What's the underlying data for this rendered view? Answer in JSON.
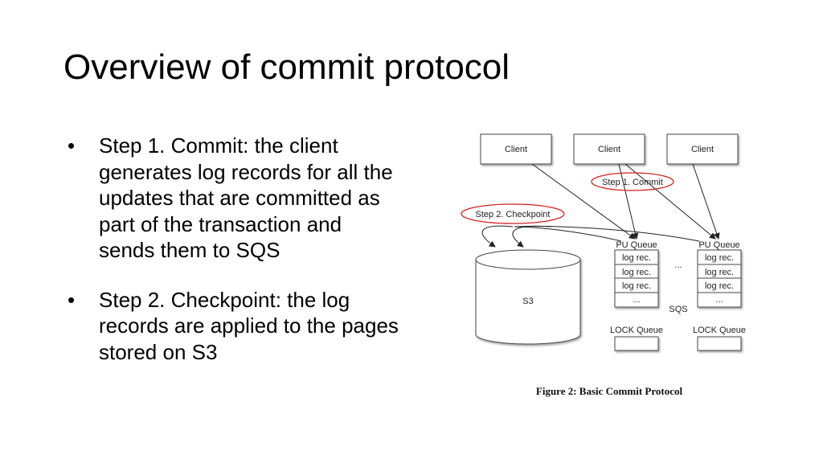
{
  "title": "Overview of commit protocol",
  "bullets": [
    {
      "marker": "•",
      "lines": [
        "Step 1. Commit: the client",
        "generates log records for all the",
        "updates that are committed as",
        "part of the transaction and",
        "sends them to SQS"
      ]
    },
    {
      "marker": "•",
      "lines": [
        "Step 2. Checkpoint: the log",
        "records are applied to the pages",
        "stored on S3"
      ]
    }
  ],
  "figure": {
    "clients": [
      "Client",
      "Client",
      "Client"
    ],
    "step1_label": "Step 1. Commit",
    "step2_label": "Step 2. Checkpoint",
    "storage_label": "S3",
    "pu_queue_label": "PU Queue",
    "log_record": "log rec.",
    "ellipsis": "...",
    "sqs_label": "SQS",
    "lock_queue_label": "LOCK Queue",
    "caption": "Figure 2: Basic Commit Protocol",
    "highlight_color": "#d42020"
  }
}
